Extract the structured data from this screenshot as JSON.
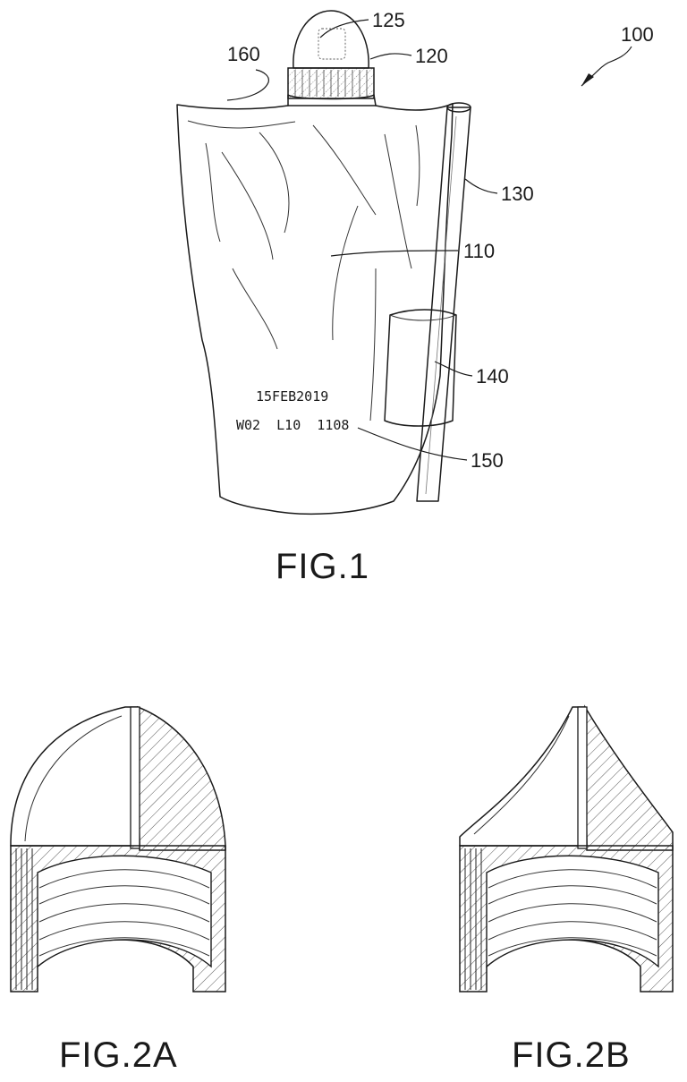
{
  "figures": {
    "fig1": {
      "label": "FIG.1",
      "callouts": {
        "assembly": "100",
        "bag": "110",
        "cap": "120",
        "cap_insert": "125",
        "rod": "130",
        "sleeve": "140",
        "print_code": "150",
        "bag_edge": "160"
      },
      "printed_code": {
        "line1": "15FEB2019",
        "line2": "W02  L10  1108"
      }
    },
    "fig2a": {
      "label": "FIG.2A"
    },
    "fig2b": {
      "label": "FIG.2B"
    }
  }
}
